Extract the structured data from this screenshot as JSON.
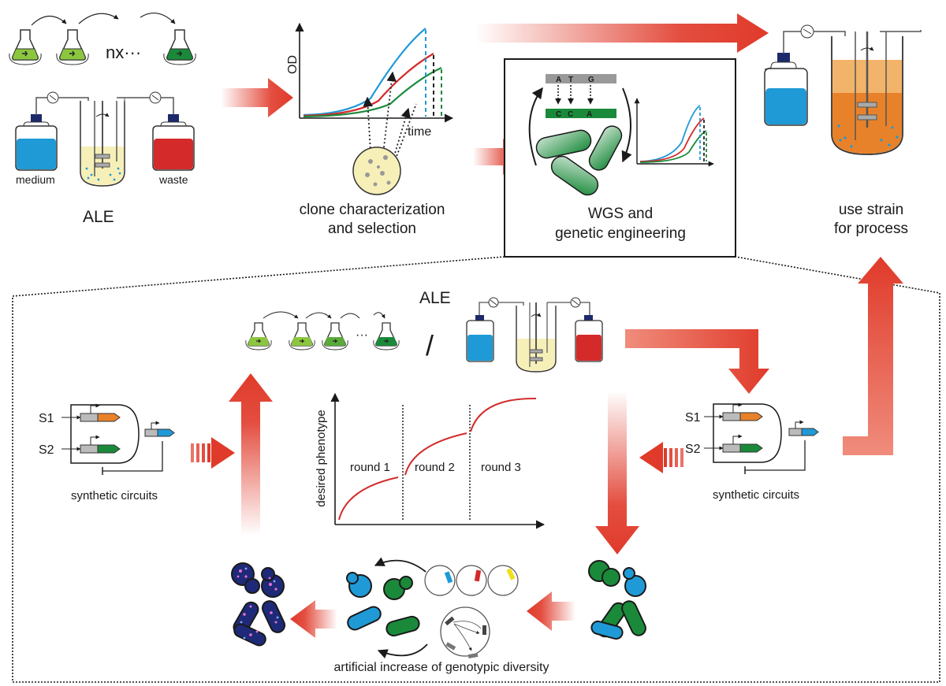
{
  "top": {
    "ale_label": "ALE",
    "medium_label": "medium",
    "waste_label": "waste",
    "nx_label": "nx···",
    "od_label": "OD",
    "time_label": "time",
    "clone_line1": "clone characterization",
    "clone_line2": "and selection",
    "wgs_line1": "WGS and",
    "wgs_line2": "genetic engineering",
    "use_line1": "use strain",
    "use_line2": "for process",
    "seq_top": [
      "A",
      "T",
      "G"
    ],
    "seq_bottom": [
      "C",
      "C",
      "A"
    ]
  },
  "bottom": {
    "ale_label": "ALE",
    "slash": "/",
    "dots": "···",
    "ylabel": "desired phenotype",
    "rounds": [
      "round 1",
      "round 2",
      "round 3"
    ],
    "circuits_left": "synthetic circuits",
    "circuits_right": "synthetic circuits",
    "s1": "S1",
    "s2": "S2",
    "diversity": "artificial increase of genotypic diversity"
  },
  "colors": {
    "arrow_red": "#e03a2a",
    "medium_blue": "#1f9ad6",
    "waste_red": "#d42a2a",
    "green_dark": "#1a8a3a",
    "green_light": "#8cc63f",
    "orange": "#e8822a",
    "reactor_yellow": "#f6f0b8",
    "curve_blue": "#1e9ad8",
    "curve_red": "#d42a2a",
    "curve_green": "#1a8a3a"
  }
}
